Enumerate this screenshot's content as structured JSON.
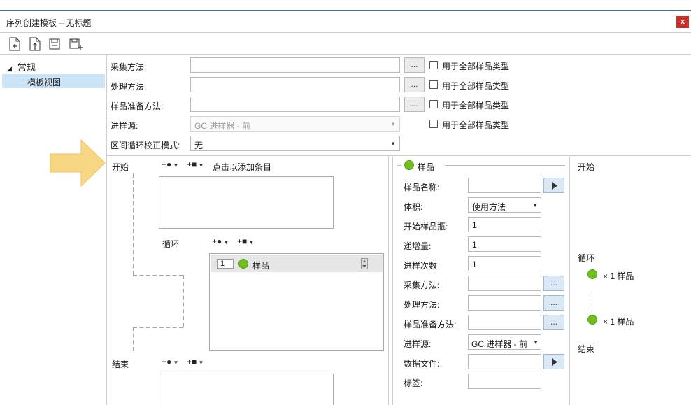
{
  "window": {
    "title": "序列创建模板 – 无标题",
    "close_label": "x",
    "close_color": "#c9302c"
  },
  "toolbar": {
    "icons": [
      "new-document-icon",
      "open-document-icon",
      "save-icon",
      "save-as-icon"
    ]
  },
  "tree": {
    "root_label": "常规",
    "child_label": "模板视图",
    "expand_glyph": "◢"
  },
  "methods": {
    "acq_label": "采集方法:",
    "proc_label": "处理方法:",
    "prep_label": "样品准备方法:",
    "inlet_label": "进样源:",
    "loop_mode_label": "区间循环校正模式:",
    "browse_label": "...",
    "all_types_label": "用于全部样品类型",
    "inlet_value": "GC 进样器 - 前",
    "loop_mode_value": "无"
  },
  "sequence": {
    "start_label": "开始",
    "add_hint": "点击以添加条目",
    "loop_label": "循环",
    "end_label": "结束",
    "loop_item_index": "1",
    "loop_item_name": "样品"
  },
  "sample": {
    "section_title": "样品",
    "name_label": "样品名称:",
    "volume_label": "体积:",
    "volume_value": "使用方法",
    "start_vial_label": "开始样品瓶:",
    "start_vial_value": "1",
    "increment_label": "递增量:",
    "increment_value": "1",
    "injections_label": "进样次数",
    "injections_value": "1",
    "acq_label": "采集方法:",
    "proc_label": "处理方法:",
    "prep_label": "样品准备方法:",
    "inlet_label": "进样源:",
    "inlet_value": "GC 进样器 - 前",
    "datafile_label": "数据文件:",
    "tag_label": "标签:",
    "browse_label": "..."
  },
  "summary": {
    "start_label": "开始",
    "loop_label": "循环",
    "end_label": "结束",
    "item1_text": "× 1  样品",
    "item2_text": "× 1  样品"
  },
  "colors": {
    "sample_green": "#6fbf1f",
    "hint_arrow": "#f7d783",
    "selection": "#cce4f7"
  }
}
